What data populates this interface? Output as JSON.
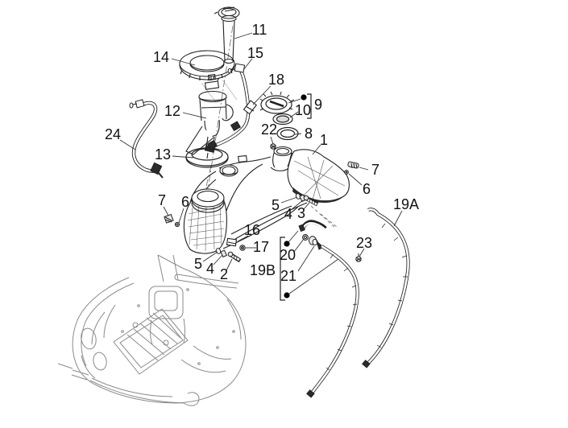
{
  "figure": {
    "kind": "exploded-parts-diagram",
    "background_color": "#ffffff",
    "ink_color": "#1a1a1a",
    "frame_ink_color": "#8a8a8a",
    "dark_fill_color": "#2b2b2b"
  },
  "callouts": {
    "n1": {
      "label": "1"
    },
    "n2": {
      "label": "2"
    },
    "n3": {
      "label": "3"
    },
    "n4a": {
      "label": "4"
    },
    "n4b": {
      "label": "4"
    },
    "n5a": {
      "label": "5"
    },
    "n5b": {
      "label": "5"
    },
    "n6l": {
      "label": "6"
    },
    "n6r": {
      "label": "6"
    },
    "n7l": {
      "label": "7"
    },
    "n7r": {
      "label": "7"
    },
    "n8": {
      "label": "8"
    },
    "n9": {
      "label": "9"
    },
    "n10": {
      "label": "10"
    },
    "n11": {
      "label": "11"
    },
    "n12": {
      "label": "12"
    },
    "n13": {
      "label": "13"
    },
    "n14": {
      "label": "14"
    },
    "n15": {
      "label": "15"
    },
    "n16": {
      "label": "16"
    },
    "n17": {
      "label": "17"
    },
    "n18": {
      "label": "18"
    },
    "n19a": {
      "label": "19A"
    },
    "n19b": {
      "label": "19B"
    },
    "n20": {
      "label": "20"
    },
    "n21": {
      "label": "21"
    },
    "n22": {
      "label": "22"
    },
    "n23": {
      "label": "23"
    },
    "n24": {
      "label": "24"
    }
  }
}
